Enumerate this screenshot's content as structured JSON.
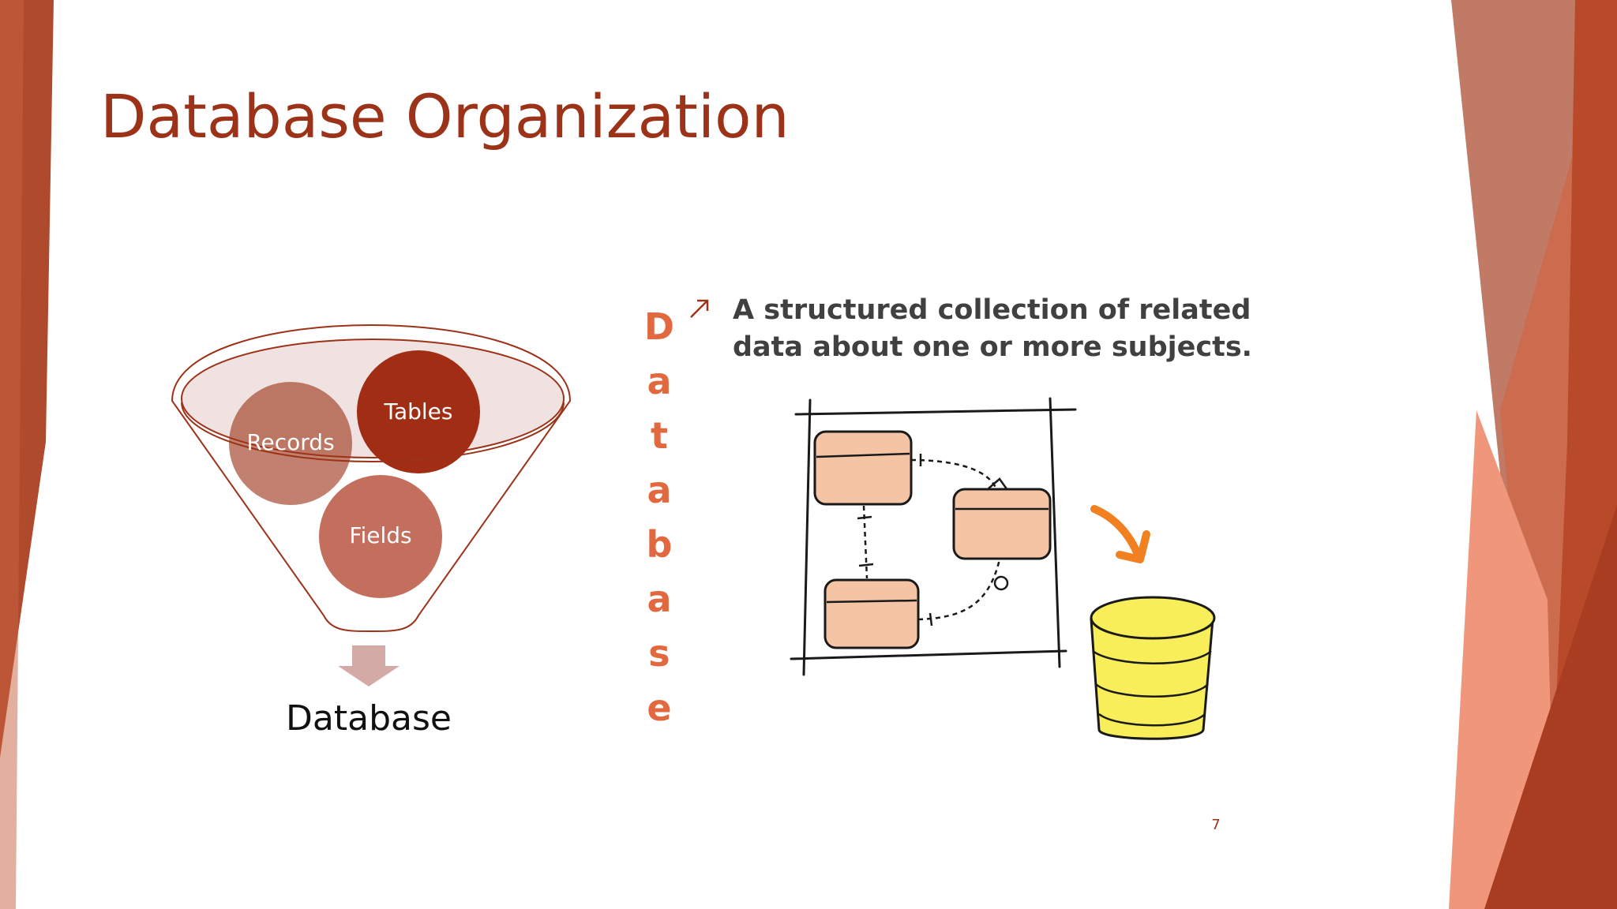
{
  "slide": {
    "title": "Database Organization",
    "page_number": "7"
  },
  "diagram": {
    "circles": [
      {
        "label": "Tables"
      },
      {
        "label": "Records"
      },
      {
        "label": "Fields"
      }
    ],
    "output_label": "Database"
  },
  "vertical_word": {
    "letters": [
      "D",
      "a",
      "t",
      "a",
      "b",
      "a",
      "s",
      "e"
    ]
  },
  "bullet": {
    "text": "A structured collection of related data about one or more subjects."
  },
  "colors": {
    "accent_dark": "#9c3318",
    "accent_mid": "#c55a3a",
    "accent_light": "#f0967a",
    "vertical_word": "#e2693f",
    "body_text": "#404040"
  },
  "icons": {
    "bullet": "arrow-up-right-icon",
    "illustration": "database-schema-sketch"
  }
}
